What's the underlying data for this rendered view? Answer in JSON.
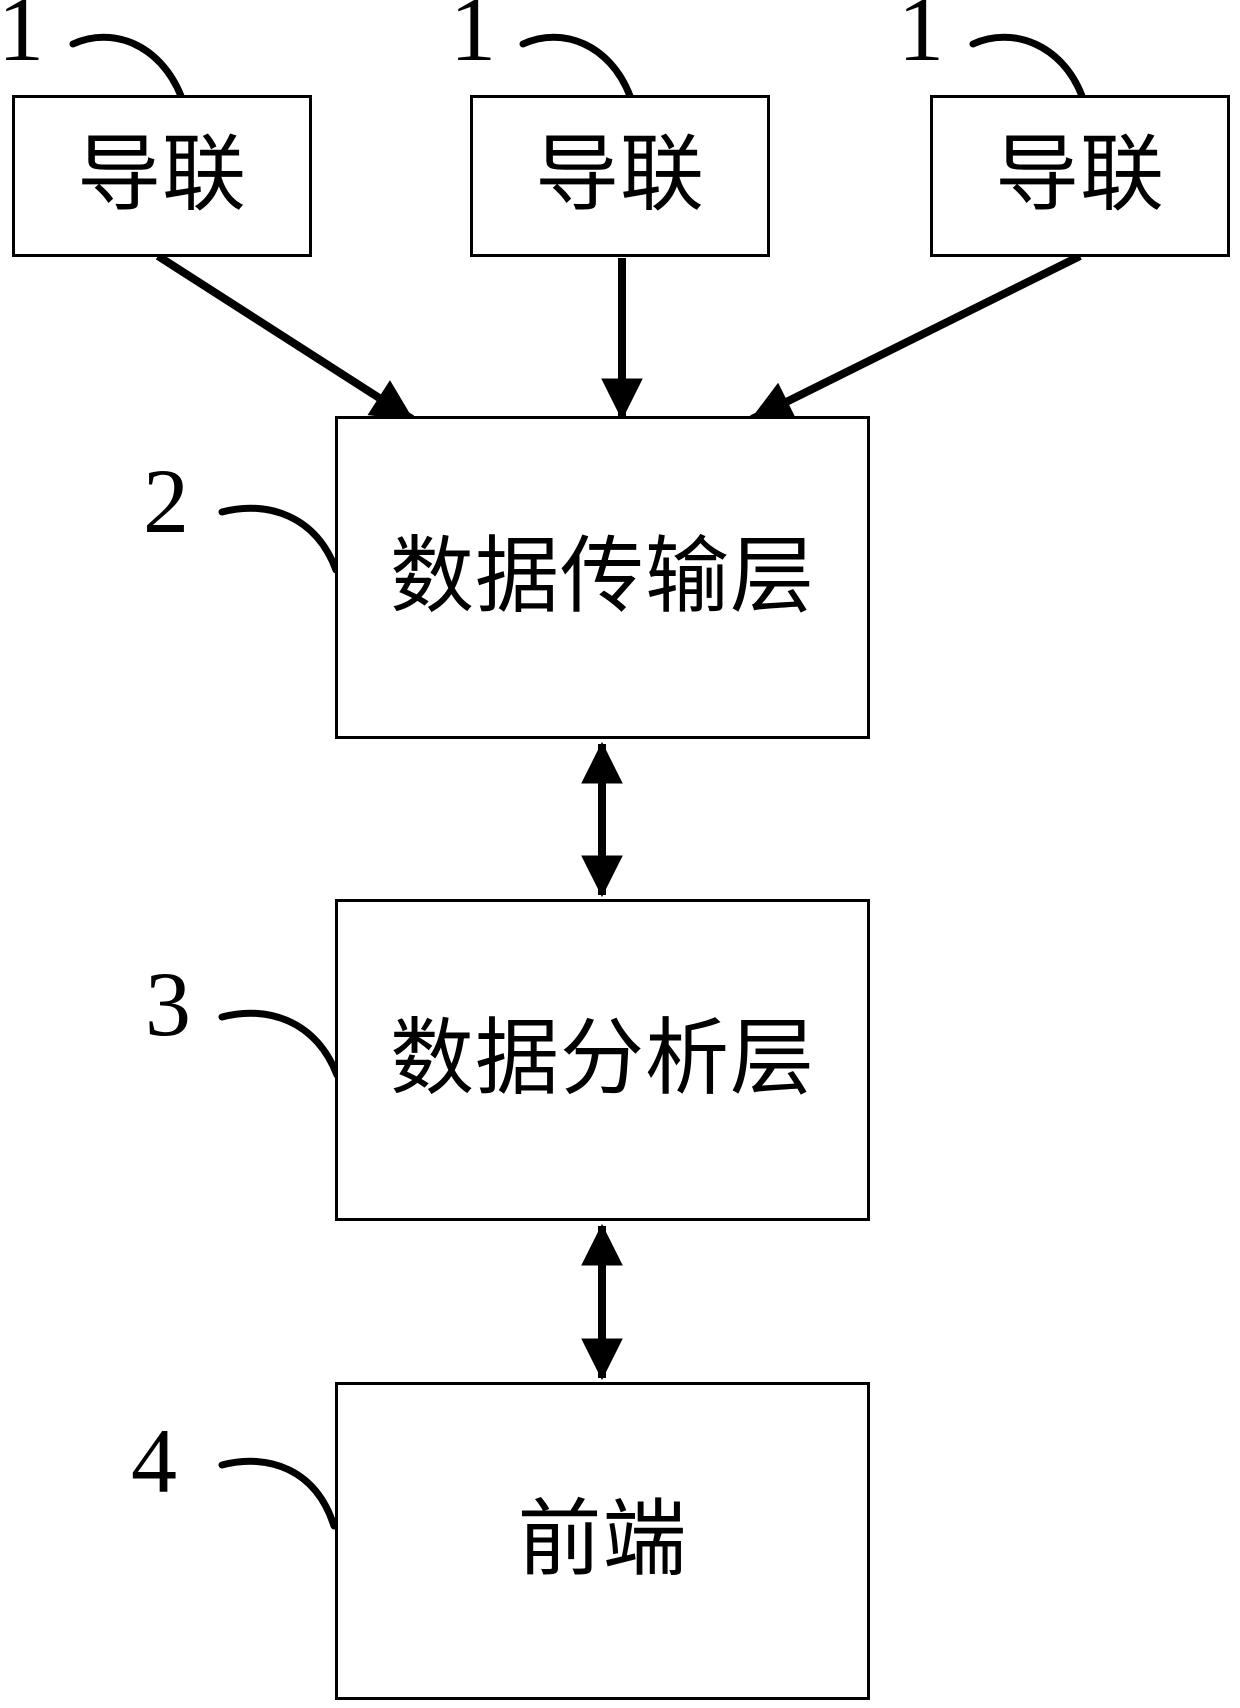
{
  "figure": {
    "type": "block-diagram",
    "background_color": "#ffffff",
    "line_color": "#000000",
    "leads": [
      {
        "ref": "1",
        "label": "导联"
      },
      {
        "ref": "1",
        "label": "导联"
      },
      {
        "ref": "1",
        "label": "导联"
      }
    ],
    "transport_layer": {
      "ref": "2",
      "label": "数据传输层"
    },
    "analysis_layer": {
      "ref": "3",
      "label": "数据分析层"
    },
    "frontend": {
      "ref": "4",
      "label": "前端"
    },
    "connections": [
      {
        "from": "lead-1",
        "to": "transport-layer",
        "style": "single-arrow"
      },
      {
        "from": "lead-2",
        "to": "transport-layer",
        "style": "single-arrow"
      },
      {
        "from": "lead-3",
        "to": "transport-layer",
        "style": "single-arrow"
      },
      {
        "from": "transport-layer",
        "to": "analysis-layer",
        "style": "double-arrow"
      },
      {
        "from": "analysis-layer",
        "to": "frontend",
        "style": "double-arrow"
      }
    ]
  }
}
